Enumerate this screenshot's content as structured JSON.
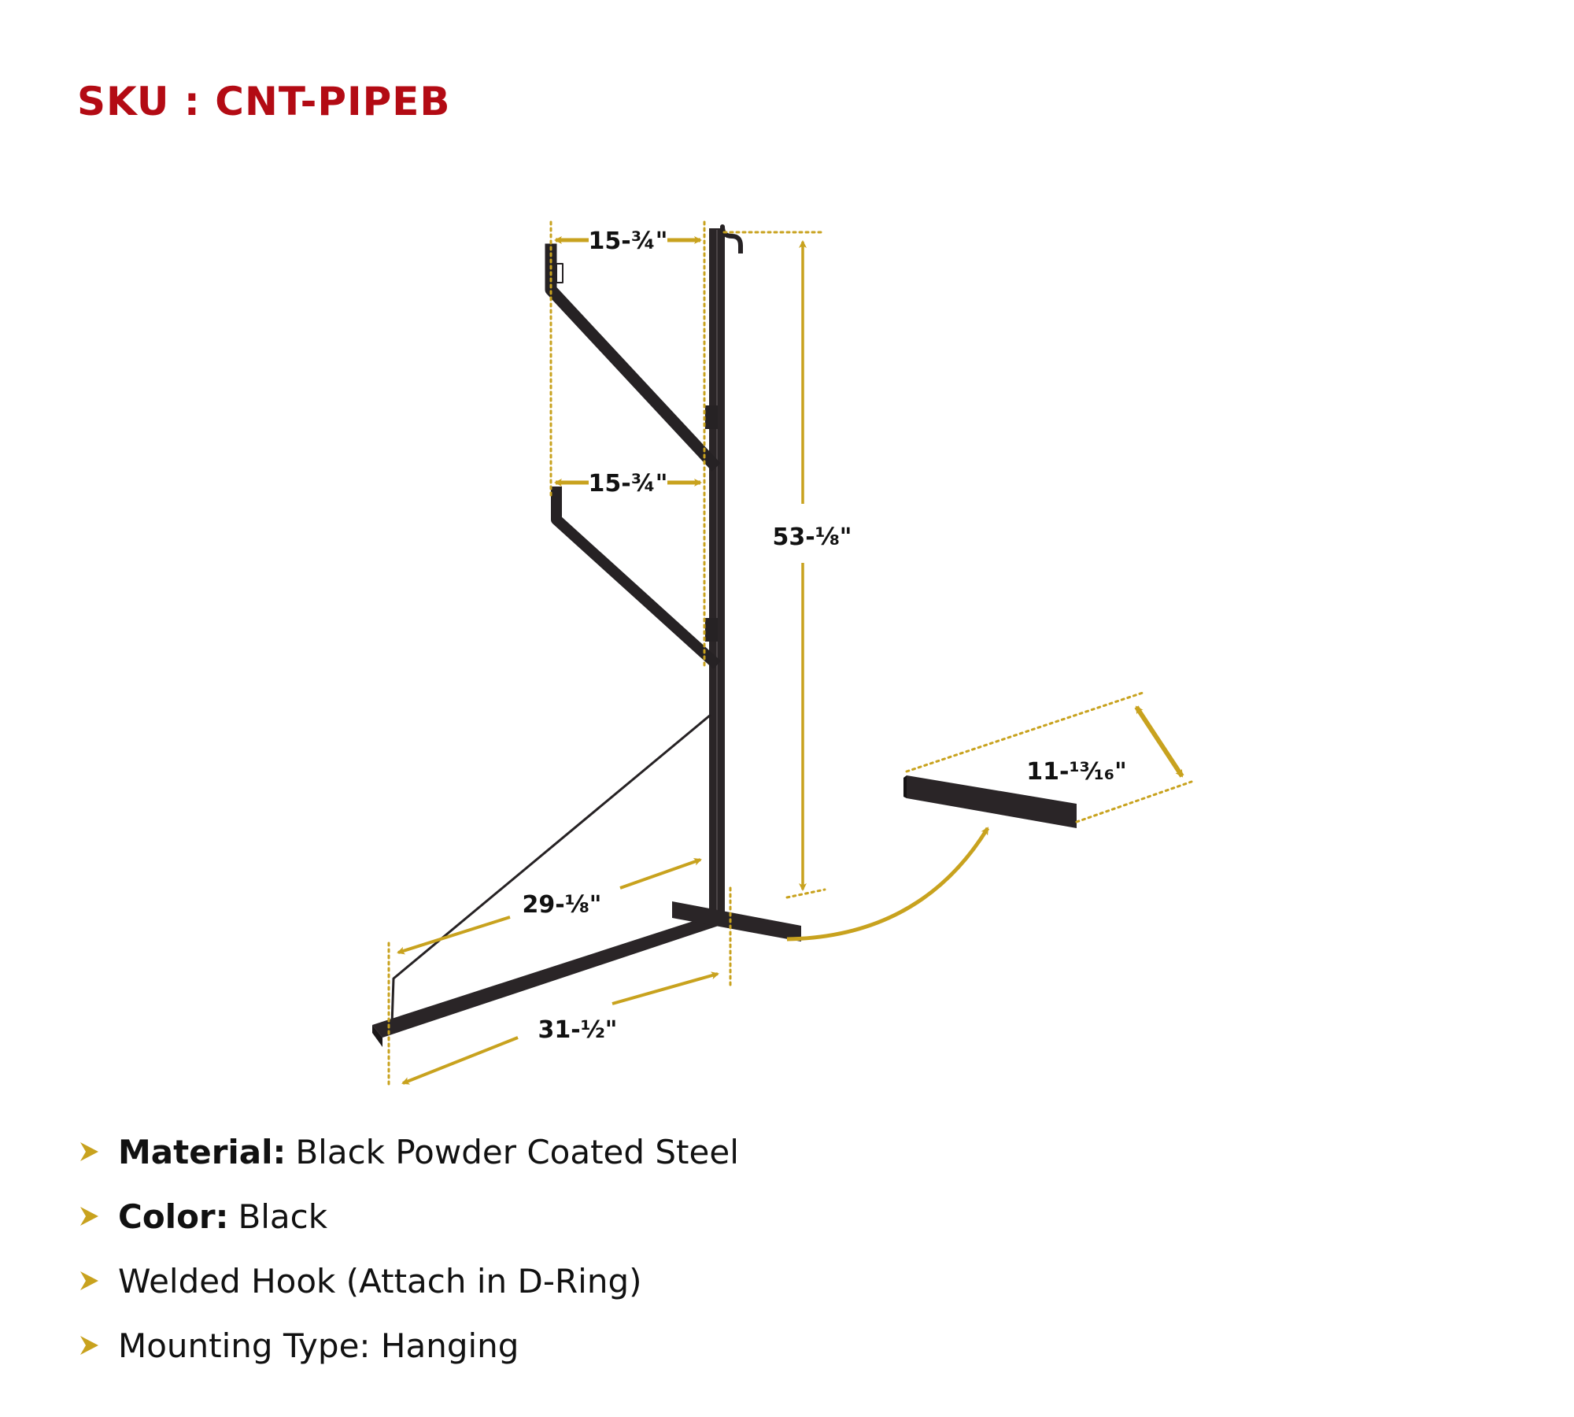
{
  "sku": "SKU : CNT-PIPEB",
  "colors": {
    "sku": "#b30b14",
    "accent": "#c8a21e",
    "steel": "#262224",
    "text": "#111111"
  },
  "dimensions": {
    "top_arm_width": "15-¾\"",
    "middle_arm_width": "15-¾\"",
    "height": "53-⅛\"",
    "foot_length": "11-¹³⁄₁₆\"",
    "brace_length": "29-⅛\"",
    "base_length": "31-½\""
  },
  "features": [
    {
      "icon": "chevron-bullet-icon",
      "label": "Material:",
      "value": "Black Powder Coated Steel"
    },
    {
      "icon": "chevron-bullet-icon",
      "label": "Color:",
      "value": "Black"
    },
    {
      "icon": "chevron-bullet-icon",
      "label": "",
      "value": "Welded Hook (Attach in D-Ring)"
    },
    {
      "icon": "chevron-bullet-icon",
      "label": "",
      "value": "Mounting Type: Hanging"
    }
  ]
}
